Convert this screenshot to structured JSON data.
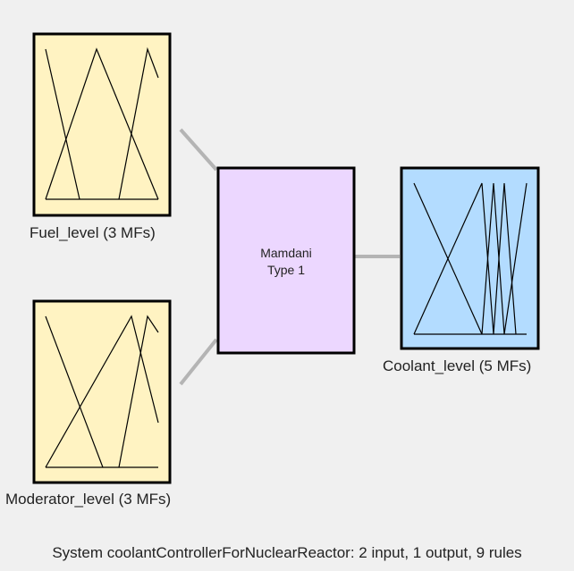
{
  "system": {
    "summary": "System coolantControllerForNuclearReactor: 2 input, 1 output, 9 rules"
  },
  "engine": {
    "line1": "Mamdani",
    "line2": "Type 1"
  },
  "inputs": [
    {
      "label": "Fuel_level (3 MFs)",
      "fill": "#fff3c2"
    },
    {
      "label": "Moderator_level (3 MFs)",
      "fill": "#fff3c2"
    }
  ],
  "output": {
    "label": "Coolant_level (5 MFs)",
    "fill": "#b3dcff"
  },
  "engine_fill": "#ecd7ff",
  "connector_color": "#b4b4b4"
}
